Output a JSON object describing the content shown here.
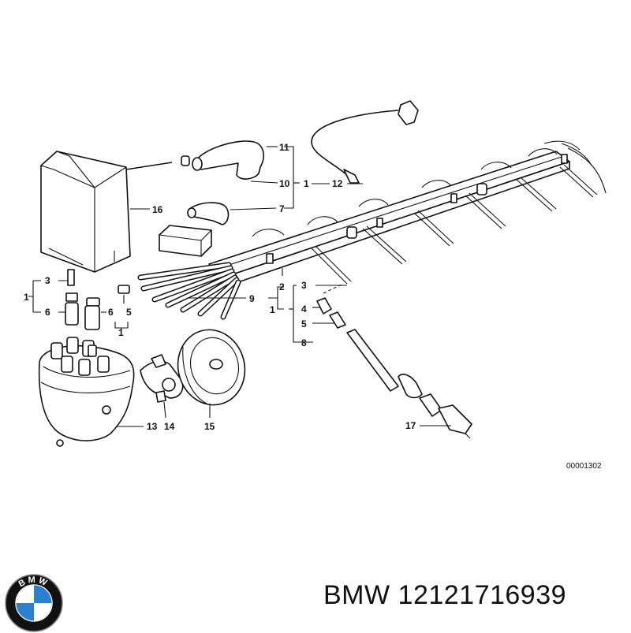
{
  "diagram": {
    "callouts": {
      "c1_left": "1",
      "c3_left": "3",
      "c6_left": "6",
      "c6_mid": "6",
      "c5_mid": "5",
      "c1_mid": "1",
      "c16": "16",
      "c11": "11",
      "c10": "10",
      "c7": "7",
      "c1_top": "1",
      "c12": "12",
      "c2": "2",
      "c9": "9",
      "c1_right": "1",
      "c3_right": "3",
      "c4": "4",
      "c5_right": "5",
      "c8": "8",
      "c13": "13",
      "c14": "14",
      "c15": "15",
      "c17": "17"
    },
    "drawing_code": "00001302"
  },
  "footer": {
    "logo_letters": "BMW",
    "part_number": "BMW 12121716939"
  },
  "colors": {
    "logo_blue": "#2d7fd0",
    "logo_ring": "#111111",
    "ink": "#111111"
  }
}
